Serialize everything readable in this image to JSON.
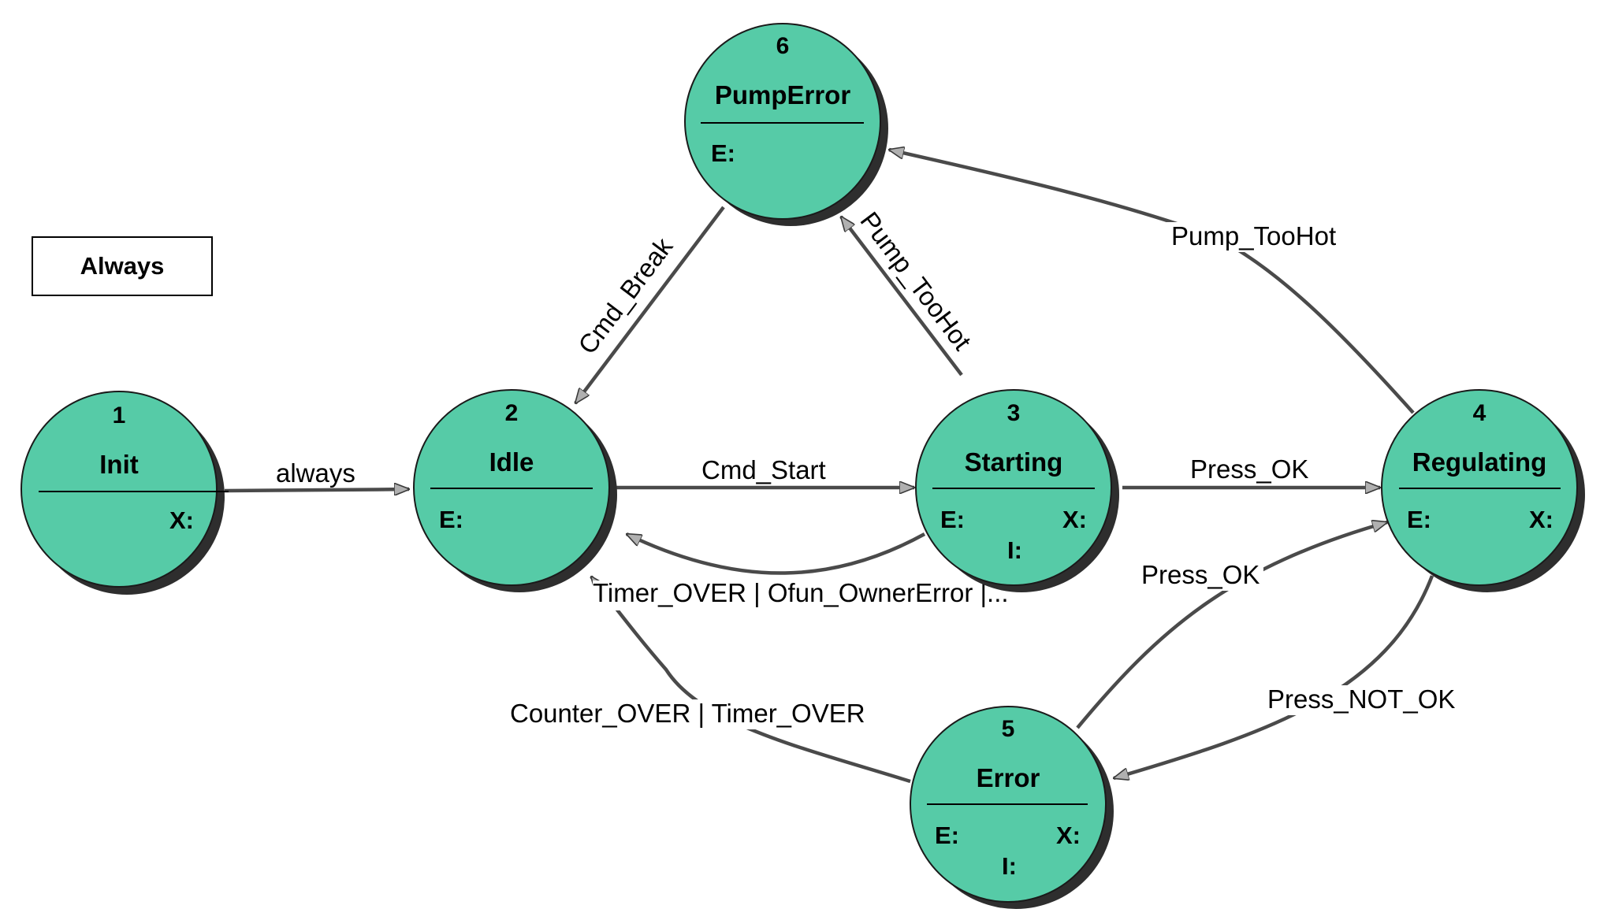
{
  "global_box": {
    "label": "Always"
  },
  "states": [
    {
      "id": "init",
      "number": "1",
      "name": "Init",
      "entry": "",
      "exit": "X:",
      "internal": ""
    },
    {
      "id": "idle",
      "number": "2",
      "name": "Idle",
      "entry": "E:",
      "exit": "",
      "internal": ""
    },
    {
      "id": "starting",
      "number": "3",
      "name": "Starting",
      "entry": "E:",
      "exit": "X:",
      "internal": "I:"
    },
    {
      "id": "regulating",
      "number": "4",
      "name": "Regulating",
      "entry": "E:",
      "exit": "X:",
      "internal": ""
    },
    {
      "id": "error",
      "number": "5",
      "name": "Error",
      "entry": "E:",
      "exit": "X:",
      "internal": "I:"
    },
    {
      "id": "pumperror",
      "number": "6",
      "name": "PumpError",
      "entry": "E:",
      "exit": "",
      "internal": ""
    }
  ],
  "transitions": [
    {
      "id": "init-idle",
      "label": "always"
    },
    {
      "id": "idle-starting",
      "label": "Cmd_Start"
    },
    {
      "id": "starting-idle",
      "label": "Timer_OVER | Ofun_OwnerError |..."
    },
    {
      "id": "starting-regulating",
      "label": "Press_OK"
    },
    {
      "id": "pumperror-idle",
      "label": "Cmd_Break"
    },
    {
      "id": "starting-pumperror",
      "label": "Pump_TooHot"
    },
    {
      "id": "regulating-pumperror",
      "label": "Pump_TooHot"
    },
    {
      "id": "error-regulating",
      "label": "Press_OK"
    },
    {
      "id": "regulating-error",
      "label": "Press_NOT_OK"
    },
    {
      "id": "error-idle",
      "label": "Counter_OVER | Timer_OVER"
    }
  ],
  "colors": {
    "state_fill": "#56CBA7",
    "shadow": "#2e2e2e",
    "line": "#4a4a4a"
  }
}
